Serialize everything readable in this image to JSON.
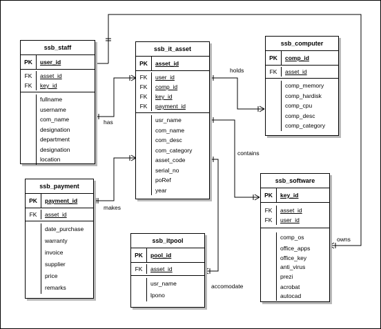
{
  "entities": {
    "ssb_staff": {
      "title": "ssb_staff",
      "pk": {
        "key": "PK",
        "field": "user_id"
      },
      "fk": [
        {
          "key": "FK",
          "field": "asset_id"
        },
        {
          "key": "FK",
          "field": "key_id"
        }
      ],
      "attrs": [
        "fullname",
        "username",
        "com_name",
        "designation",
        "department",
        "designation",
        "location"
      ]
    },
    "ssb_it_asset": {
      "title": "ssb_it_asset",
      "pk": {
        "key": "PK",
        "field": "asset_id"
      },
      "fk": [
        {
          "key": "FK",
          "field": "user_id"
        },
        {
          "key": "FK",
          "field": "comp_id"
        },
        {
          "key": "FK",
          "field": "key_id"
        },
        {
          "key": "FK",
          "field": "payment_id"
        }
      ],
      "attrs": [
        "usr_name",
        "com_name",
        "com_desc",
        "com_category",
        "asset_code",
        "serial_no",
        "poRef",
        "year"
      ]
    },
    "ssb_computer": {
      "title": "ssb_computer",
      "pk": {
        "key": "PK",
        "field": "comp_id"
      },
      "fk": [
        {
          "key": "FK",
          "field": "asset_id"
        }
      ],
      "attrs": [
        "comp_memory",
        "comp_hardisk",
        "comp_cpu",
        "comp_desc",
        "comp_category"
      ]
    },
    "ssb_payment": {
      "title": "ssb_payment",
      "pk": {
        "key": "PK",
        "field": "payment_id"
      },
      "fk": [
        {
          "key": "FK",
          "field": "asset_id"
        }
      ],
      "attrs": [
        "date_purchase",
        "warranty",
        "invoice",
        "supplier",
        "price",
        "remarks"
      ]
    },
    "ssb_itpool": {
      "title": "ssb_itpool",
      "pk": {
        "key": "PK",
        "field": "pool_id"
      },
      "fk": [
        {
          "key": "FK",
          "field": "asset_id"
        }
      ],
      "attrs": [
        "usr_name",
        "lpono"
      ]
    },
    "ssb_software": {
      "title": "ssb_software",
      "pk": {
        "key": "PK",
        "field": "key_id"
      },
      "fk": [
        {
          "key": "FK",
          "field": "asset_id"
        },
        {
          "key": "FK",
          "field": "user_id"
        }
      ],
      "attrs": [
        "comp_os",
        "office_apps",
        "office_key",
        "anti_virus",
        "prezi",
        "acrobat",
        "autocad"
      ]
    }
  },
  "relationships": {
    "has": "has",
    "holds": "holds",
    "contains": "contains",
    "makes": "makes",
    "accomodate": "accomodate",
    "owns": "owns"
  }
}
